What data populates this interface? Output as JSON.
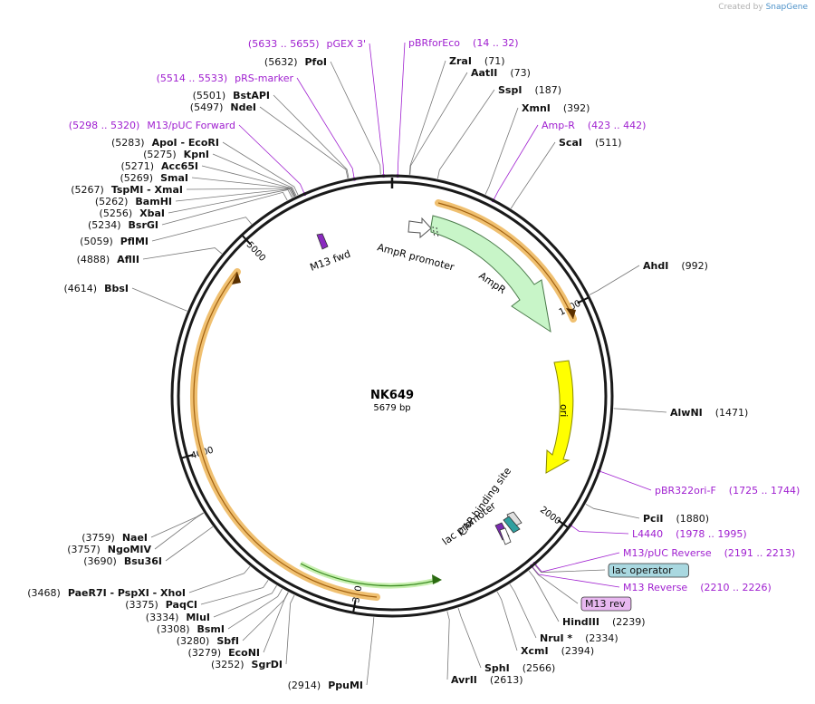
{
  "credit": {
    "prefix": "Created by",
    "app": "SnapGene"
  },
  "plasmid": {
    "name": "NK649",
    "length_label": "5679 bp",
    "length": 5679
  },
  "ticks": [
    {
      "pos": 1000,
      "label": "1000"
    },
    {
      "pos": 2000,
      "label": "2000"
    },
    {
      "pos": 3000,
      "label": "3000"
    },
    {
      "pos": 4000,
      "label": "4000"
    },
    {
      "pos": 5000,
      "label": "5000"
    }
  ],
  "right_labels": [
    {
      "name": "pBRforEco",
      "range": "(14 .. 32)",
      "type": "feature",
      "pos": 23
    },
    {
      "name": "ZraI",
      "num": "(71)",
      "type": "enzyme",
      "pos": 71
    },
    {
      "name": "AatII",
      "num": "(73)",
      "type": "enzyme",
      "pos": 73
    },
    {
      "name": "SspI",
      "num": "(187)",
      "type": "enzyme",
      "pos": 187
    },
    {
      "name": "XmnI",
      "num": "(392)",
      "type": "enzyme",
      "pos": 392
    },
    {
      "name": "Amp-R",
      "range": "(423 .. 442)",
      "type": "feature",
      "pos": 432
    },
    {
      "name": "ScaI",
      "num": "(511)",
      "type": "enzyme",
      "pos": 511
    },
    {
      "name": "AhdI",
      "num": "(992)",
      "type": "enzyme",
      "pos": 992
    },
    {
      "name": "AlwNI",
      "num": "(1471)",
      "type": "enzyme",
      "pos": 1471
    },
    {
      "name": "pBR322ori-F",
      "range": "(1725 .. 1744)",
      "type": "feature",
      "pos": 1734
    },
    {
      "name": "PciI",
      "num": "(1880)",
      "type": "enzyme",
      "pos": 1880
    },
    {
      "name": "L4440",
      "range": "(1978 .. 1995)",
      "type": "feature",
      "pos": 1986
    },
    {
      "name": "M13/pUC Reverse",
      "range": "(2191 .. 2213)",
      "type": "feature",
      "pos": 2202
    },
    {
      "name": "lac operator",
      "type": "boxed",
      "pos": 2205
    },
    {
      "name": "M13 Reverse",
      "range": "(2210 .. 2226)",
      "type": "feature",
      "pos": 2218
    },
    {
      "name": "M13 rev",
      "type": "boxed-purple",
      "pos": 2220
    },
    {
      "name": "HindIII",
      "num": "(2239)",
      "type": "enzyme",
      "pos": 2239
    },
    {
      "name": "NruI *",
      "num": "(2334)",
      "type": "enzyme",
      "pos": 2334
    },
    {
      "name": "XcmI",
      "num": "(2394)",
      "type": "enzyme",
      "pos": 2394
    },
    {
      "name": "SphI",
      "num": "(2566)",
      "type": "enzyme",
      "pos": 2566
    },
    {
      "name": "AvrII",
      "num": "(2613)",
      "type": "enzyme",
      "pos": 2613
    }
  ],
  "left_labels": [
    {
      "name": "pGEX 3'",
      "range": "(5633 .. 5655)",
      "type": "feature",
      "pos": 5644
    },
    {
      "name": "PfoI",
      "num": "(5632)",
      "type": "enzyme",
      "pos": 5632
    },
    {
      "name": "pRS-marker",
      "range": "(5514 .. 5533)",
      "type": "feature",
      "pos": 5523
    },
    {
      "name": "BstAPI",
      "num": "(5501)",
      "type": "enzyme",
      "pos": 5501
    },
    {
      "name": "NdeI",
      "num": "(5497)",
      "type": "enzyme",
      "pos": 5497
    },
    {
      "name": "M13/pUC Forward",
      "range": "(5298 .. 5320)",
      "type": "feature",
      "pos": 5309
    },
    {
      "name": "ApoI  - EcoRI",
      "num": "(5283)",
      "type": "enzyme",
      "pos": 5283
    },
    {
      "name": "KpnI",
      "num": "(5275)",
      "type": "enzyme",
      "pos": 5275
    },
    {
      "name": "Acc65I",
      "num": "(5271)",
      "type": "enzyme",
      "pos": 5271
    },
    {
      "name": "SmaI",
      "num": "(5269)",
      "type": "enzyme",
      "pos": 5269
    },
    {
      "name": "TspMI  - XmaI",
      "num": "(5267)",
      "type": "enzyme",
      "pos": 5267
    },
    {
      "name": "BamHI",
      "num": "(5262)",
      "type": "enzyme",
      "pos": 5262
    },
    {
      "name": "XbaI",
      "num": "(5256)",
      "type": "enzyme",
      "pos": 5256
    },
    {
      "name": "BsrGI",
      "num": "(5234)",
      "type": "enzyme",
      "pos": 5234
    },
    {
      "name": "PflMI",
      "num": "(5059)",
      "type": "enzyme",
      "pos": 5059
    },
    {
      "name": "AflII",
      "num": "(4888)",
      "type": "enzyme",
      "pos": 4888
    },
    {
      "name": "BbsI",
      "num": "(4614)",
      "type": "enzyme",
      "pos": 4614
    },
    {
      "name": "NaeI",
      "num": "(3759)",
      "type": "enzyme",
      "pos": 3759
    },
    {
      "name": "NgoMIV",
      "num": "(3757)",
      "type": "enzyme",
      "pos": 3757
    },
    {
      "name": "Bsu36I",
      "num": "(3690)",
      "type": "enzyme",
      "pos": 3690
    },
    {
      "name": "PaeR7I  - PspXI  - XhoI",
      "num": "(3468)",
      "type": "enzyme",
      "pos": 3468
    },
    {
      "name": "PaqCI",
      "num": "(3375)",
      "type": "enzyme",
      "pos": 3375
    },
    {
      "name": "MluI",
      "num": "(3334)",
      "type": "enzyme",
      "pos": 3334
    },
    {
      "name": "BsmI",
      "num": "(3308)",
      "type": "enzyme",
      "pos": 3308
    },
    {
      "name": "SbfI",
      "num": "(3280)",
      "type": "enzyme",
      "pos": 3280
    },
    {
      "name": "EcoNI",
      "num": "(3279)",
      "type": "enzyme",
      "pos": 3279
    },
    {
      "name": "SgrDI",
      "num": "(3252)",
      "type": "enzyme",
      "pos": 3252
    },
    {
      "name": "PpuMI",
      "num": "(2914)",
      "type": "enzyme",
      "pos": 2914
    }
  ],
  "features_on_map": {
    "ampr_promoter": "AmpR promoter",
    "ampr": "AmpR",
    "ori": "ori",
    "cap_site": "CAP binding site",
    "lac_promoter": "lac promoter",
    "m13_fwd": "M13 fwd"
  },
  "colors": {
    "enzyme_line": "#777777",
    "feature": "#a020d0",
    "ampr": "#c8f5c8",
    "ori": "#ffff00",
    "orange_band": "#f0c070",
    "lac_operator": "#a9d8e0",
    "m13_rev_box": "#e8b8f0"
  }
}
